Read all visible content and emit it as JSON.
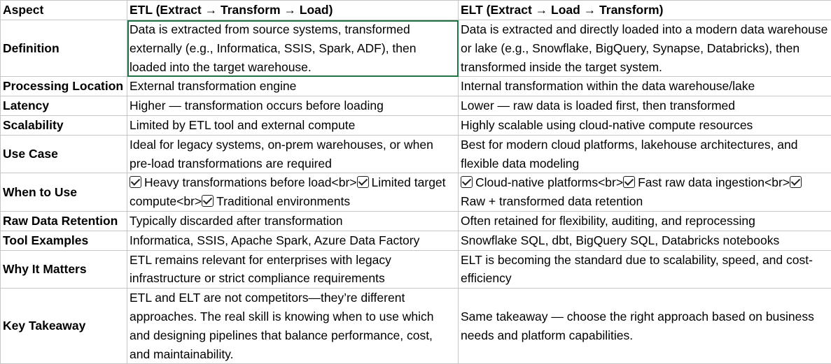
{
  "header": {
    "aspect": "Aspect",
    "etl": "ETL (Extract → Transform → Load)",
    "elt": "ELT (Extract → Load → Transform)"
  },
  "rows": [
    {
      "aspect": "Definition",
      "etl": "Data is extracted from source systems, transformed externally (e.g., Informatica, SSIS, Spark, ADF), then loaded into the target warehouse.",
      "elt": "Data is extracted and directly loaded into a modern data warehouse or lake (e.g., Snowflake, BigQuery, Synapse, Databricks), then transformed inside the target system."
    },
    {
      "aspect": "Processing Location",
      "etl": "External transformation engine",
      "elt": "Internal transformation within the data warehouse/lake"
    },
    {
      "aspect": "Latency",
      "etl": "Higher — transformation occurs before loading",
      "elt": "Lower — raw data is loaded first, then transformed"
    },
    {
      "aspect": "Scalability",
      "etl": "Limited by ETL tool and external compute",
      "elt": "Highly scalable using cloud-native compute resources"
    },
    {
      "aspect": "Use Case",
      "etl": "Ideal for legacy systems, on-prem warehouses, or when pre-load transformations are required",
      "elt": "Best for modern cloud platforms, lakehouse architectures, and flexible data modeling"
    },
    {
      "aspect": "When to Use",
      "etl_parts": [
        "Heavy transformations before load<br>",
        "Limited target compute<br>",
        "Traditional environments"
      ],
      "elt_parts": [
        "Cloud-native platforms<br>",
        "Fast raw data ingestion<br>",
        "Raw + transformed data retention"
      ]
    },
    {
      "aspect": "Raw Data Retention",
      "etl": "Typically discarded after transformation",
      "elt": "Often retained for flexibility, auditing, and reprocessing"
    },
    {
      "aspect": "Tool Examples",
      "etl": "Informatica, SSIS, Apache Spark, Azure Data Factory",
      "elt": "Snowflake SQL, dbt, BigQuery SQL, Databricks notebooks"
    },
    {
      "aspect": "Why It Matters",
      "etl": "ETL remains relevant for enterprises with legacy infrastructure or strict compliance requirements",
      "elt": "ELT is becoming the standard due to scalability, speed, and cost-efficiency"
    },
    {
      "aspect": "Key Takeaway",
      "etl": "ETL and ELT are not competitors—they’re different approaches. The real skill is knowing when to use which and designing pipelines that balance performance, cost, and maintainability.",
      "elt": "Same takeaway — choose the right approach based on business needs and platform capabilities."
    }
  ]
}
